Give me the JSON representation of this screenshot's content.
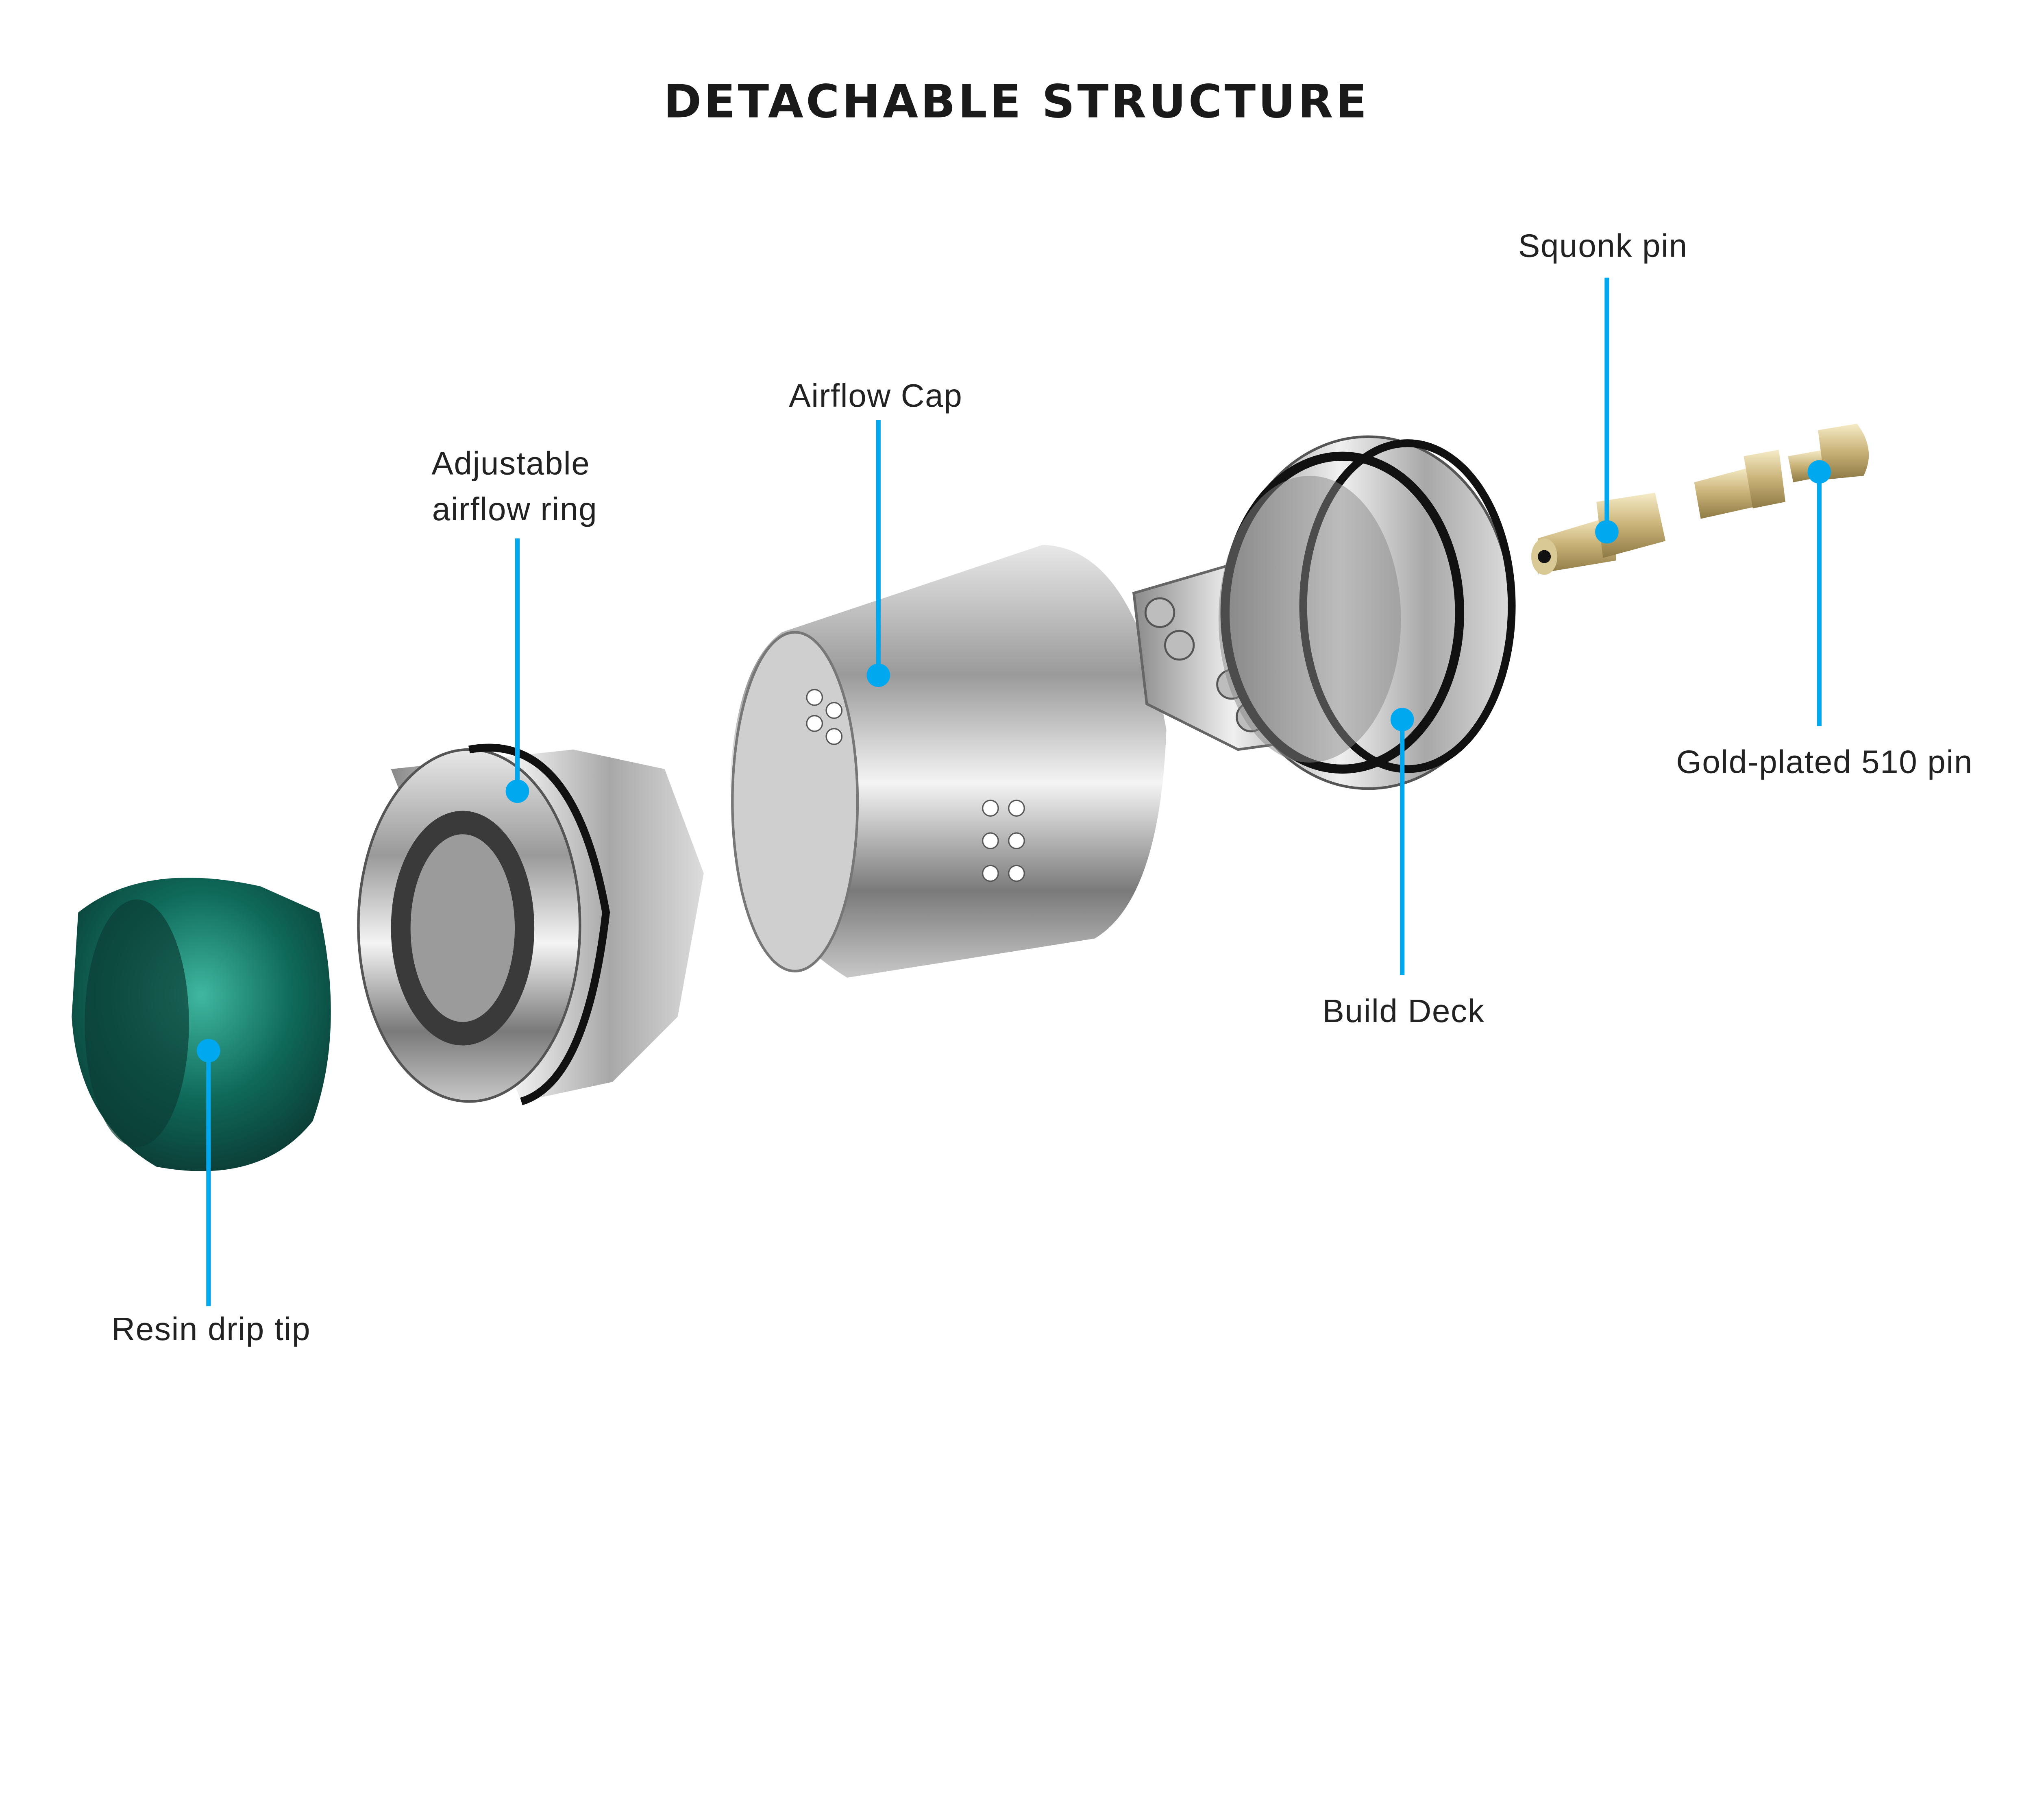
{
  "title": "DETACHABLE STRUCTURE",
  "accent_color": "#00a8f0",
  "labels": {
    "squonk_pin": "Squonk pin",
    "airflow_cap": "Airflow Cap",
    "adjustable_ring_line1": "Adjustable",
    "adjustable_ring_line2": "airflow ring",
    "gold_pin": "Gold-plated 510 pin",
    "build_deck": "Build Deck",
    "resin_drip_tip": "Resin drip tip"
  }
}
